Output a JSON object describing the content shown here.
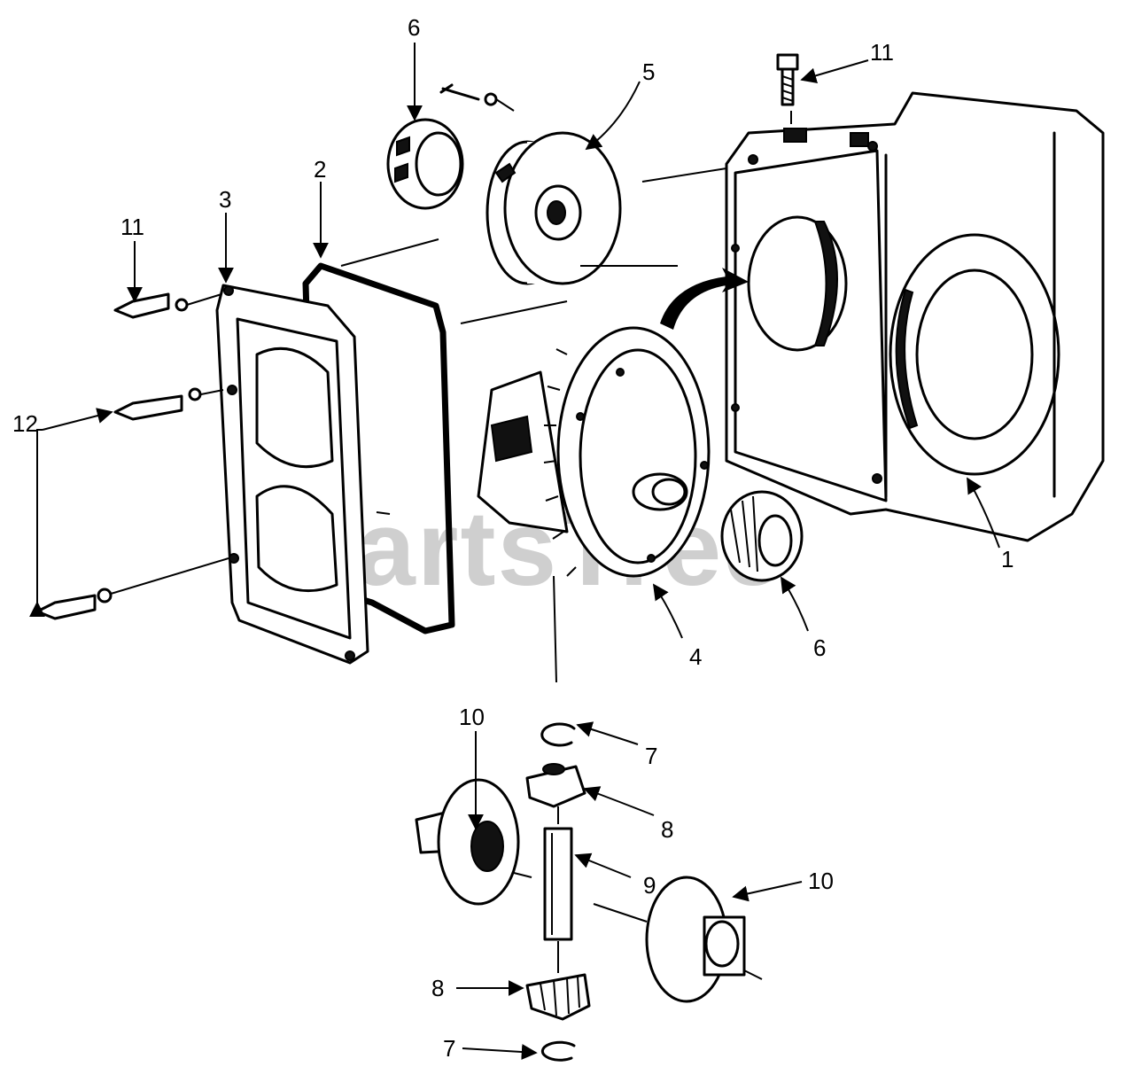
{
  "watermark": "PartsTree",
  "callouts": {
    "housing": "1",
    "gasket": "2",
    "cover": "3",
    "ring_gear": "4",
    "brake_drum": "5",
    "bearing_top": "6",
    "bearing_right": "6",
    "snap_ring_top": "7",
    "snap_ring_bottom": "7",
    "pinion_top": "8",
    "pinion_bottom": "8",
    "pinion_shaft": "9",
    "side_gear_left": "10",
    "side_gear_right": "10",
    "bolt_top": "11",
    "bolt_left": "11",
    "bolts": "12"
  },
  "colors": {
    "ink": "#000000",
    "watermark": "#cfcfcf",
    "background": "#ffffff"
  }
}
